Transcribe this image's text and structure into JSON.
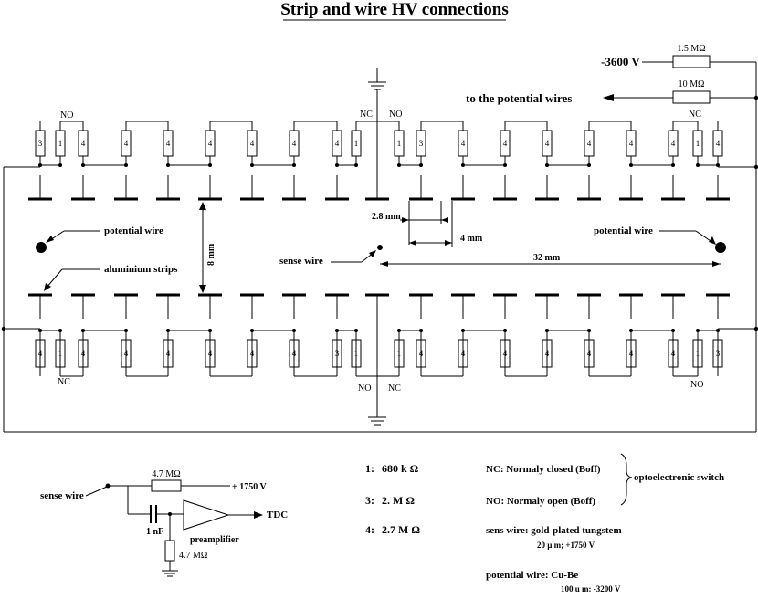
{
  "title": "Strip and wire HV connections",
  "labels": {
    "hv_minus": "-3600 V",
    "r_top": "1.5 MΩ",
    "r_second": "10 MΩ",
    "to_potential_wires": "to the potential wires",
    "nc": "NC",
    "no": "NO",
    "potential_wire": "potential wire",
    "aluminium_strips": "aluminium strips",
    "sense_wire": "sense wire",
    "dim_8mm": "8 mm",
    "dim_2_8mm": "2.8 mm",
    "dim_4mm": "4 mm",
    "dim_32mm": "32 mm"
  },
  "resistor_codes": {
    "r1": "1",
    "r3": "3",
    "r4": "4"
  },
  "preamp": {
    "input_label": "sense wire",
    "bias_resistor": "4.7 MΩ",
    "bias_voltage": "+ 1750 V",
    "capacitor": "1 nF",
    "amp_label": "preamplifier",
    "output_label": "TDC",
    "ground_resistor": "4.7 MΩ"
  },
  "legend": {
    "items": [
      {
        "key": "1:",
        "value": "680 k Ω"
      },
      {
        "key": "3:",
        "value": "2. M Ω"
      },
      {
        "key": "4:",
        "value": "2.7 M Ω"
      }
    ],
    "nc_text": "NC: Normaly closed (Boff)",
    "no_text": "NO: Normaly open (Boff)",
    "switch_text": "optoelectronic switch",
    "sens_wire_title": "sens wire: gold-plated tungstem",
    "sens_wire_spec": "20 µ m;   +1750 V",
    "potential_wire_title": "potential wire:  Cu-Be",
    "potential_wire_spec": "100 u m:   -3200 V"
  },
  "layout_top": [
    "3",
    "1",
    "4",
    "4",
    "4",
    "4",
    "4",
    "4",
    "4",
    "1",
    "1",
    "3",
    "4",
    "4",
    "4",
    "4",
    "4",
    "4",
    "1",
    "4"
  ],
  "layout_bottom": [
    "4",
    "1",
    "4",
    "4",
    "4",
    "4",
    "4",
    "4",
    "3",
    "1",
    "1",
    "4",
    "4",
    "4",
    "4",
    "4",
    "4",
    "4",
    "1",
    "3"
  ]
}
